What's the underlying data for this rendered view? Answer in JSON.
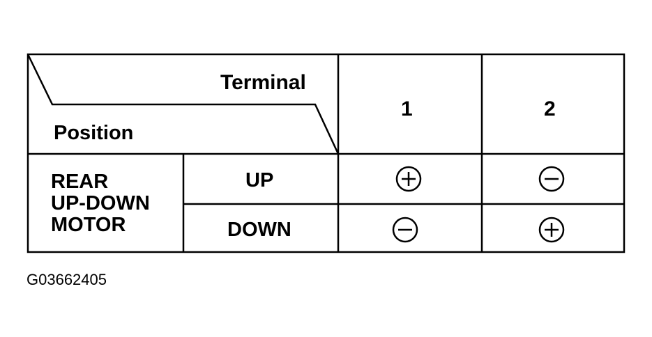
{
  "header": {
    "terminal_label": "Terminal",
    "position_label": "Position",
    "terminals": [
      "1",
      "2"
    ]
  },
  "component": {
    "line1": "REAR",
    "line2": "UP-DOWN",
    "line3": "MOTOR"
  },
  "rows": [
    {
      "position": "UP",
      "terminal_1": "plus-icon",
      "terminal_2": "minus-icon"
    },
    {
      "position": "DOWN",
      "terminal_1": "minus-icon",
      "terminal_2": "plus-icon"
    }
  ],
  "figure_code": "G03662405"
}
